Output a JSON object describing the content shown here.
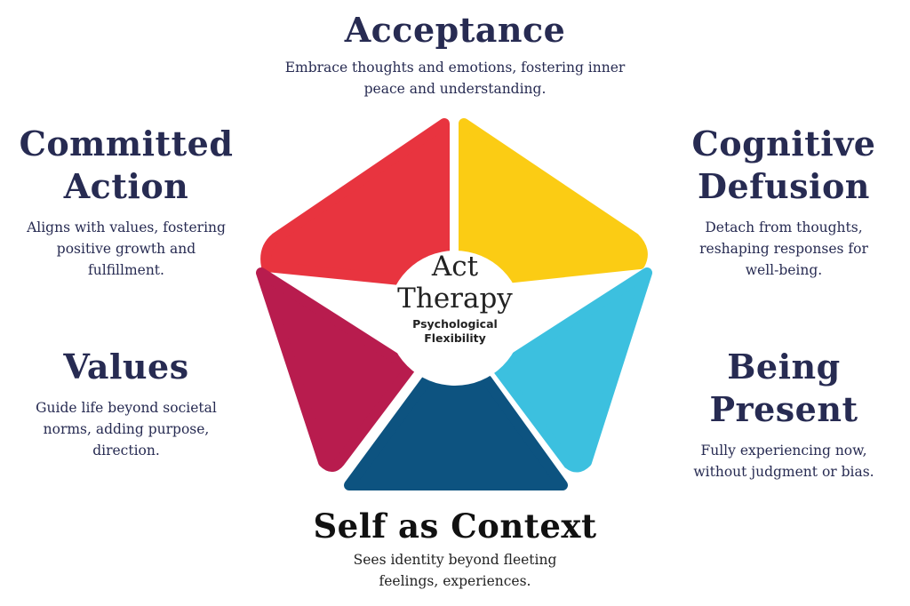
{
  "center": {
    "title": "Act\nTherapy",
    "subtitle": "Psychological\nFlexibility"
  },
  "segments": [
    {
      "id": "acceptance",
      "title": "Acceptance",
      "description": "Embrace thoughts and emotions, fostering inner\npeace and understanding.",
      "color": "#fbcc14"
    },
    {
      "id": "cognitive-defusion",
      "title": "Cognitive\nDefusion",
      "description": "Detach from thoughts,\nreshaping responses for\nwell-being.",
      "color": "#3cc0df"
    },
    {
      "id": "being-present",
      "title": "Being\nPresent",
      "description": "Fully experiencing now,\nwithout judgment or bias.",
      "color": "#0d5380"
    },
    {
      "id": "self-as-context",
      "title": "Self as Context",
      "description": "Sees identity beyond fleeting\nfeelings, experiences.",
      "color": "#0d5380"
    },
    {
      "id": "values",
      "title": "Values",
      "description": "Guide life beyond societal\nnorms, adding purpose,\ndirection.",
      "color": "#b81c4e"
    },
    {
      "id": "committed-action",
      "title": "Committed\nAction",
      "description": "Aligns with values, fostering\npositive growth and\nfulfillment.",
      "color": "#e8343f"
    }
  ]
}
